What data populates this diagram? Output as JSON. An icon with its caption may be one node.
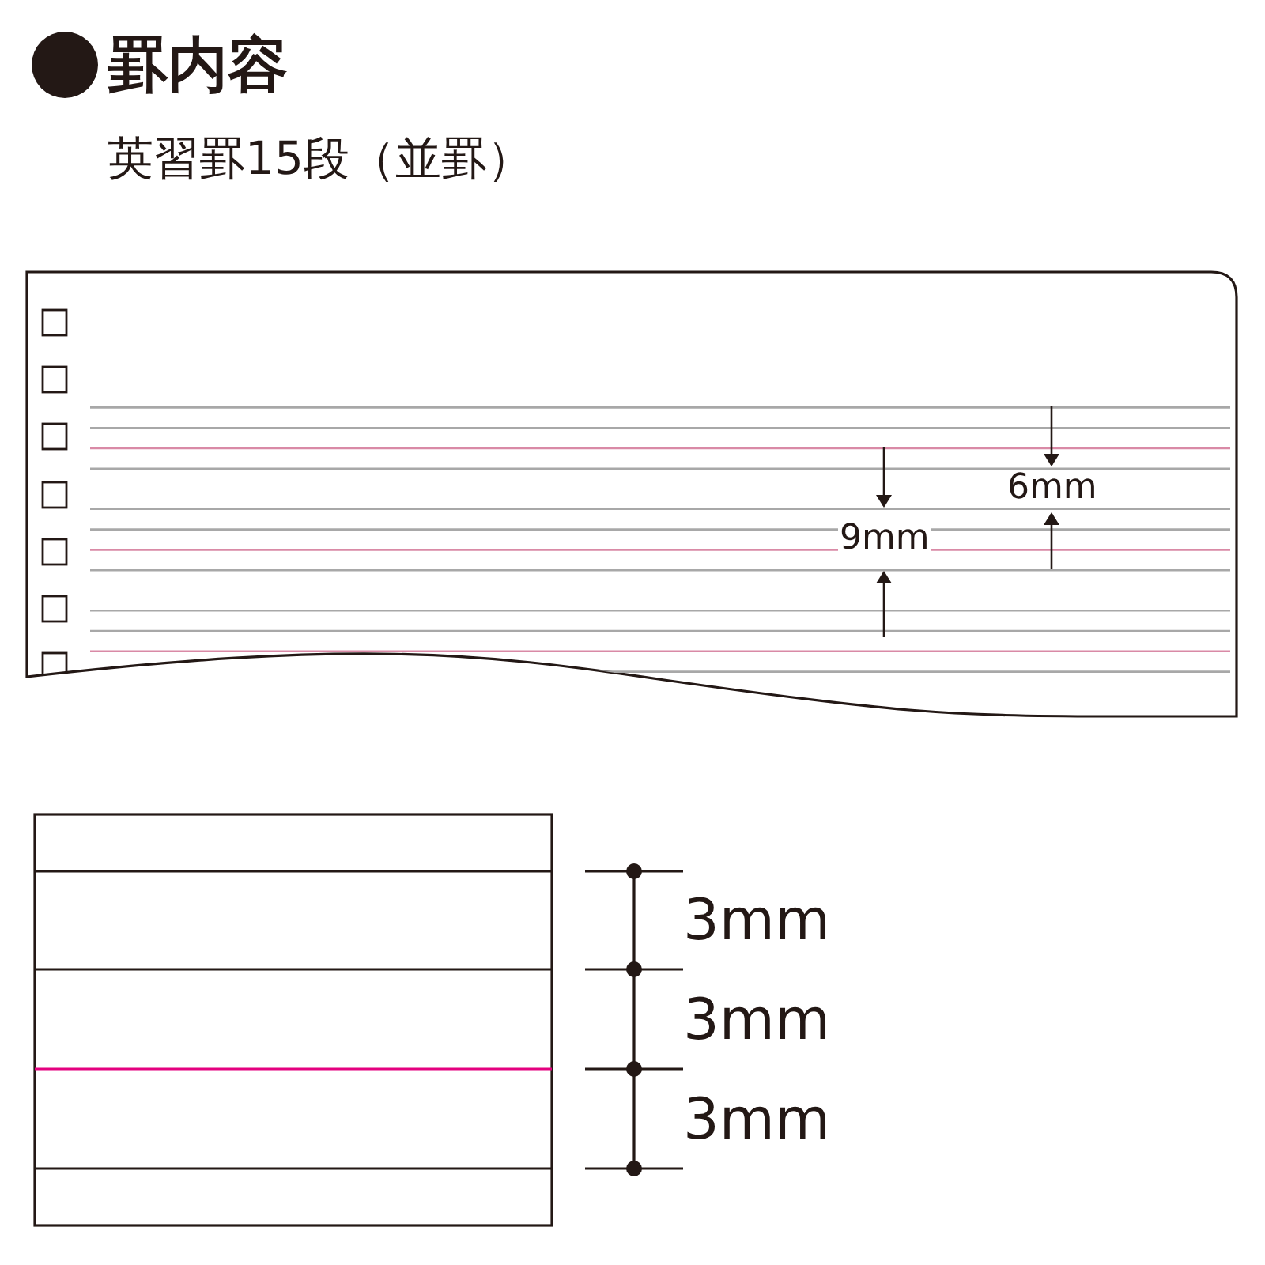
{
  "diagram": {
    "title": "罫内容",
    "labels": [
      "英習罫15段（並罫）",
      "6mm",
      "9mm",
      "3mm",
      "3mm",
      "3mm"
    ]
  }
}
